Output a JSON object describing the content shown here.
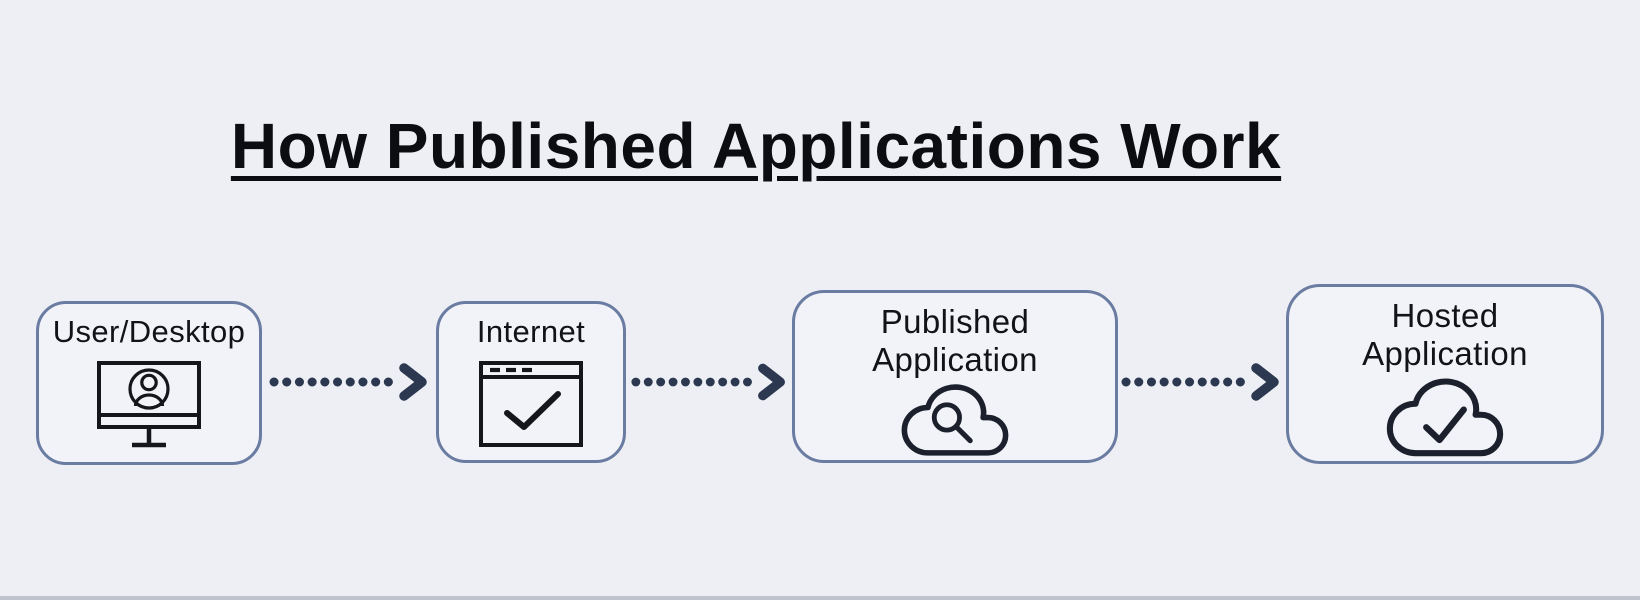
{
  "title": "How Published Applications Work",
  "nodes": [
    {
      "label": "User/Desktop",
      "icon": "desktop-user-icon"
    },
    {
      "label": "Internet",
      "icon": "browser-check-icon"
    },
    {
      "label": "Published\nApplication",
      "icon": "cloud-search-icon"
    },
    {
      "label": "Hosted\nApplication",
      "icon": "cloud-check-icon"
    }
  ],
  "connectors": [
    {
      "from": "User/Desktop",
      "to": "Internet",
      "style": "dotted-arrow-right"
    },
    {
      "from": "Internet",
      "to": "Published Application",
      "style": "dotted-arrow-right"
    },
    {
      "from": "Published Application",
      "to": "Hosted Application",
      "style": "dotted-arrow-right"
    }
  ],
  "colors": {
    "background": "#edeff5",
    "node_fill": "#f1f3f8",
    "node_border": "#6b7ca2",
    "arrow": "#2b3850",
    "text": "#0c0d10"
  }
}
